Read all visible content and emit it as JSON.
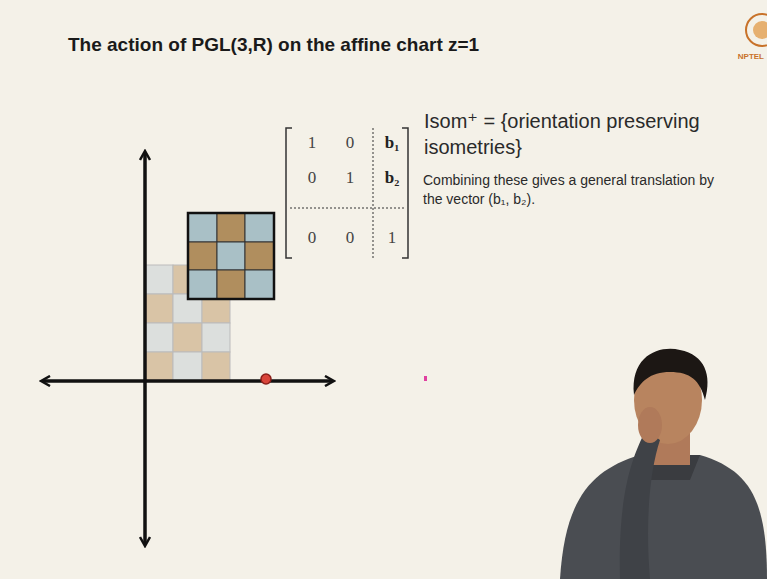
{
  "diagram": {
    "title": "The action of PGL(3,R) on the affine chart z=1",
    "labels": [
      "1",
      "0",
      "b₁",
      "0",
      "1",
      "b₂",
      "0",
      "0",
      "1",
      "Isom⁺ = {orientation preserving isometries}",
      "Combining these gives a general translation by the vector (b₁, b₂).",
      "NPTEL"
    ]
  }
}
